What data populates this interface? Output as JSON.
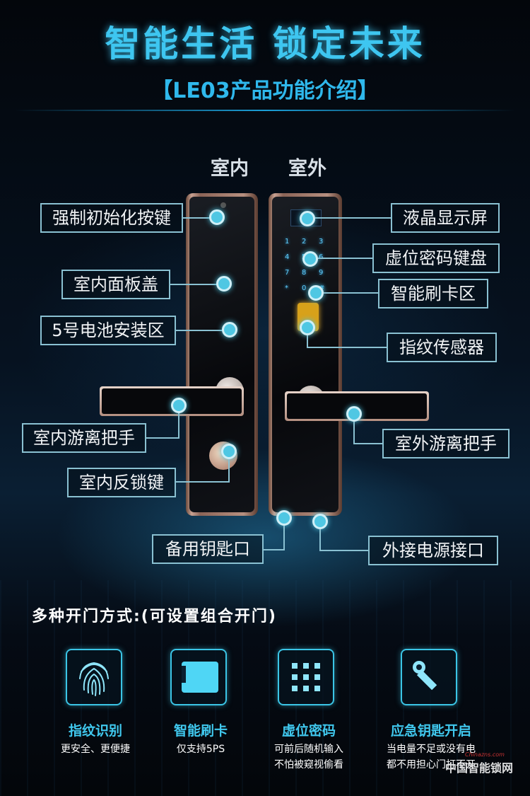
{
  "header": {
    "title": "智能生活  锁定未来",
    "subtitle": "【LE03产品功能介绍】"
  },
  "columns": {
    "indoor": "室内",
    "outdoor": "室外"
  },
  "keypad_keys": [
    "1",
    "2",
    "3",
    "4",
    "5",
    "6",
    "7",
    "8",
    "9",
    "*",
    "0",
    "#"
  ],
  "callouts": {
    "reset_button": "强制初始化按键",
    "indoor_cover": "室内面板盖",
    "battery": "5号电池安装区",
    "indoor_handle": "室内游离把手",
    "indoor_lock": "室内反锁键",
    "lcd": "液晶显示屏",
    "keypad": "虚位密码键盘",
    "card": "智能刷卡区",
    "fingerprint": "指纹传感器",
    "outdoor_handle": "室外游离把手",
    "backup_key": "备用钥匙口",
    "power": "外接电源接口"
  },
  "methods": {
    "heading": "多种开门方式:(可设置组合开门)",
    "items": [
      {
        "icon": "fingerprint-icon",
        "title": "指纹识别",
        "desc1": "更安全、更便捷",
        "desc2": ""
      },
      {
        "icon": "card-icon",
        "title": "智能刷卡",
        "desc1": "仅支持5PS",
        "desc2": ""
      },
      {
        "icon": "keypad-icon",
        "title": "虚位密码",
        "desc1": "可前后随机输入",
        "desc2": "不怕被窥视偷看"
      },
      {
        "icon": "key-icon",
        "title": "应急钥匙开启",
        "desc1": "当电量不足或没有电",
        "desc2": "都不用担心门打不开"
      }
    ]
  },
  "watermark": {
    "text": "中国智能锁网",
    "small": "Chinazns.com"
  },
  "colors": {
    "accent": "#3ec6f0",
    "callout_border": "#8ac1d2",
    "dot": "#4fc7e3",
    "sensor": "#d8a11a"
  }
}
